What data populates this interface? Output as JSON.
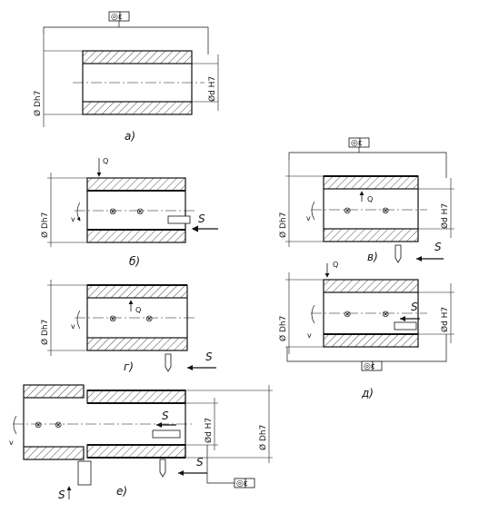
{
  "figures": {
    "a": {
      "caption": "а)",
      "outer_dim": "Ø Dh7",
      "inner_dim": "Ød H7",
      "tol": "◎ε"
    },
    "b": {
      "caption": "б)",
      "outer_dim": "Ø Dh7",
      "force": "Q",
      "feed": "S",
      "speed": "v"
    },
    "v": {
      "caption": "в)",
      "outer_dim": "Ø Dh7",
      "inner_dim": "Ød H7",
      "force": "Q",
      "feed": "S",
      "speed": "v",
      "tol": "◎ε"
    },
    "g": {
      "caption": "г)",
      "outer_dim": "Ø Dh7",
      "force": "Q",
      "feed": "S",
      "speed": "v"
    },
    "d": {
      "caption": "д)",
      "outer_dim": "Ø Dh7",
      "inner_dim": "Ød H7",
      "force": "Q",
      "feed": "S",
      "speed": "v",
      "tol": "◎ε"
    },
    "e": {
      "caption": "е)",
      "outer_dim": "Ø Dh7",
      "inner_dim": "Ød H7",
      "feed": "S",
      "feed2": "S",
      "speed": "v",
      "tol": "◎ε"
    }
  }
}
